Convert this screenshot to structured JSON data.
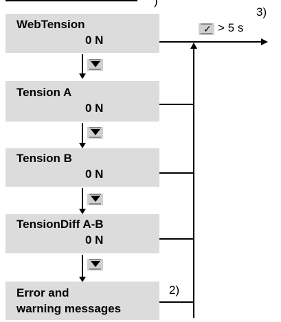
{
  "boxes": [
    {
      "line1": "WebTension",
      "line2": "0 N"
    },
    {
      "line1": "Tension A",
      "line2": "0 N"
    },
    {
      "line1": "Tension B",
      "line2": "0 N"
    },
    {
      "line1": "TensionDiff A-B",
      "line2": "0 N"
    },
    {
      "line1": "Error and",
      "line2": "warning messages"
    }
  ],
  "confirm_condition": "> 5 s",
  "footnotes": {
    "return_ref": "2)",
    "confirm_ref": "3)",
    "header_tail": ")"
  },
  "icons": {
    "down_key": "down-key-icon",
    "confirm_key": "confirm-key-icon"
  }
}
